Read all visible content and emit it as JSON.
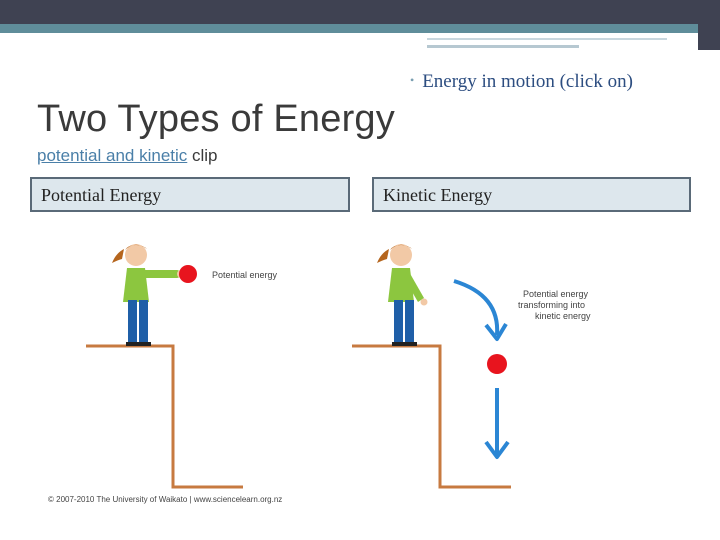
{
  "bullet": {
    "marker": "•",
    "text": "Energy in motion (click on)"
  },
  "title": "Two Types of Energy",
  "subtitle": {
    "link_text": "potential and kinetic",
    "rest": " clip"
  },
  "boxes": {
    "left": "Potential Energy",
    "right": "Kinetic Energy"
  },
  "illustration": {
    "left_label": "Potential energy",
    "right_label_lines": [
      "Potential energy",
      "transforming into",
      "kinetic energy"
    ],
    "copyright": "© 2007-2010 The University of Waikato | www.sciencelearn.org.nz",
    "colors": {
      "shirt": "#8cc63f",
      "pants": "#1f5fa8",
      "hair": "#b5651d",
      "ball": "#e8141e",
      "arrow": "#2b86d4",
      "ledge": "#c77a40"
    }
  },
  "colors": {
    "topbar": "#3f4252",
    "accent": "#5f8d9a",
    "link": "#4a7fa8",
    "box_fill": "#dde7ed",
    "box_border": "#5a6a78"
  }
}
